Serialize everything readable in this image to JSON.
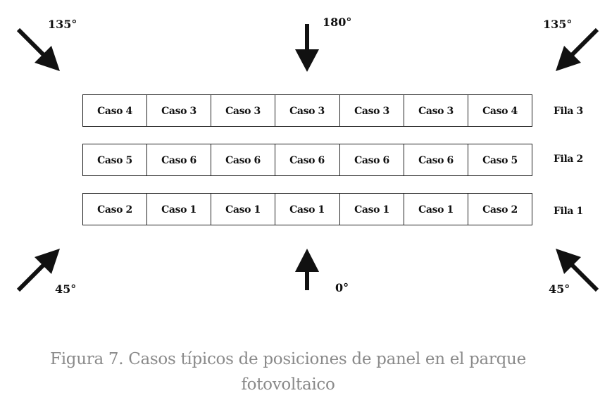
{
  "angles": {
    "top_left": "135°",
    "top_center": "180°",
    "top_right": "135°",
    "bottom_left": "45°",
    "bottom_center": "0°",
    "bottom_right": "45°"
  },
  "rows": [
    {
      "label": "Fila 3",
      "cells": [
        "Caso 4",
        "Caso 3",
        "Caso 3",
        "Caso 3",
        "Caso 3",
        "Caso 3",
        "Caso 4"
      ]
    },
    {
      "label": "Fila 2",
      "cells": [
        "Caso 5",
        "Caso 6",
        "Caso 6",
        "Caso 6",
        "Caso 6",
        "Caso 6",
        "Caso 5"
      ]
    },
    {
      "label": "Fila 1",
      "cells": [
        "Caso 2",
        "Caso 1",
        "Caso 1",
        "Caso 1",
        "Caso 1",
        "Caso 1",
        "Caso 2"
      ]
    }
  ],
  "caption": {
    "line1": "Figura 7. Casos típicos de posiciones de panel en el parque",
    "line2": "fotovoltaico"
  }
}
